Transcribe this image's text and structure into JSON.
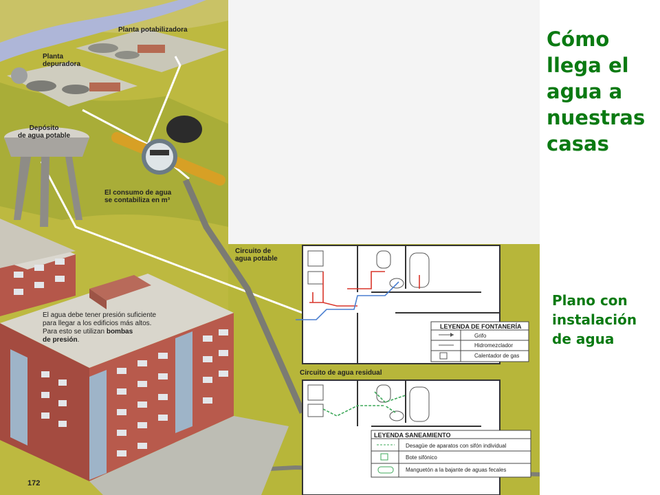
{
  "title_lines": [
    "Cómo",
    "llega el",
    "agua a",
    "nuestras",
    "casas"
  ],
  "note_lines": [
    "Plano con",
    "instalación",
    "de agua"
  ],
  "labels": {
    "planta_potabilizadora": "Planta potabilizadora",
    "planta_depuradora": [
      "Planta",
      "depuradora"
    ],
    "deposito": [
      "Depósito",
      "de agua potable"
    ],
    "consumo": [
      "El consumo de agua",
      "se contabiliza en m³"
    ],
    "presion": [
      "El agua debe tener presión suficiente",
      "para llegar a los edificios más altos.",
      "Para esto se utilizan",
      "bombas",
      "de presión",
      "."
    ],
    "circuito_potable": [
      "Circuito de",
      "agua potable"
    ],
    "circuito_residual": "Circuito de agua residual",
    "page_number": "172"
  },
  "legend_fontaneria": {
    "title": "LEYENDA DE FONTANERÍA",
    "items": [
      "Grifo",
      "Hidromezclador",
      "Calentador de gas"
    ]
  },
  "legend_saneamiento": {
    "title": "LEYENDA SANEAMIENTO",
    "items": [
      "Desagüe de aparatos con sifón individual",
      "Bote sifónico",
      "Manguetón a la bajante de aguas fecales"
    ]
  },
  "colors": {
    "title_green": "#0a7a12",
    "grass": "#b9b83c",
    "brick": "#b5574a",
    "river": "#aeb6d8",
    "potable_pipe_red": "#d9352a",
    "potable_pipe_blue": "#4a7fd0",
    "waste_pipe_green": "#3da85a"
  }
}
